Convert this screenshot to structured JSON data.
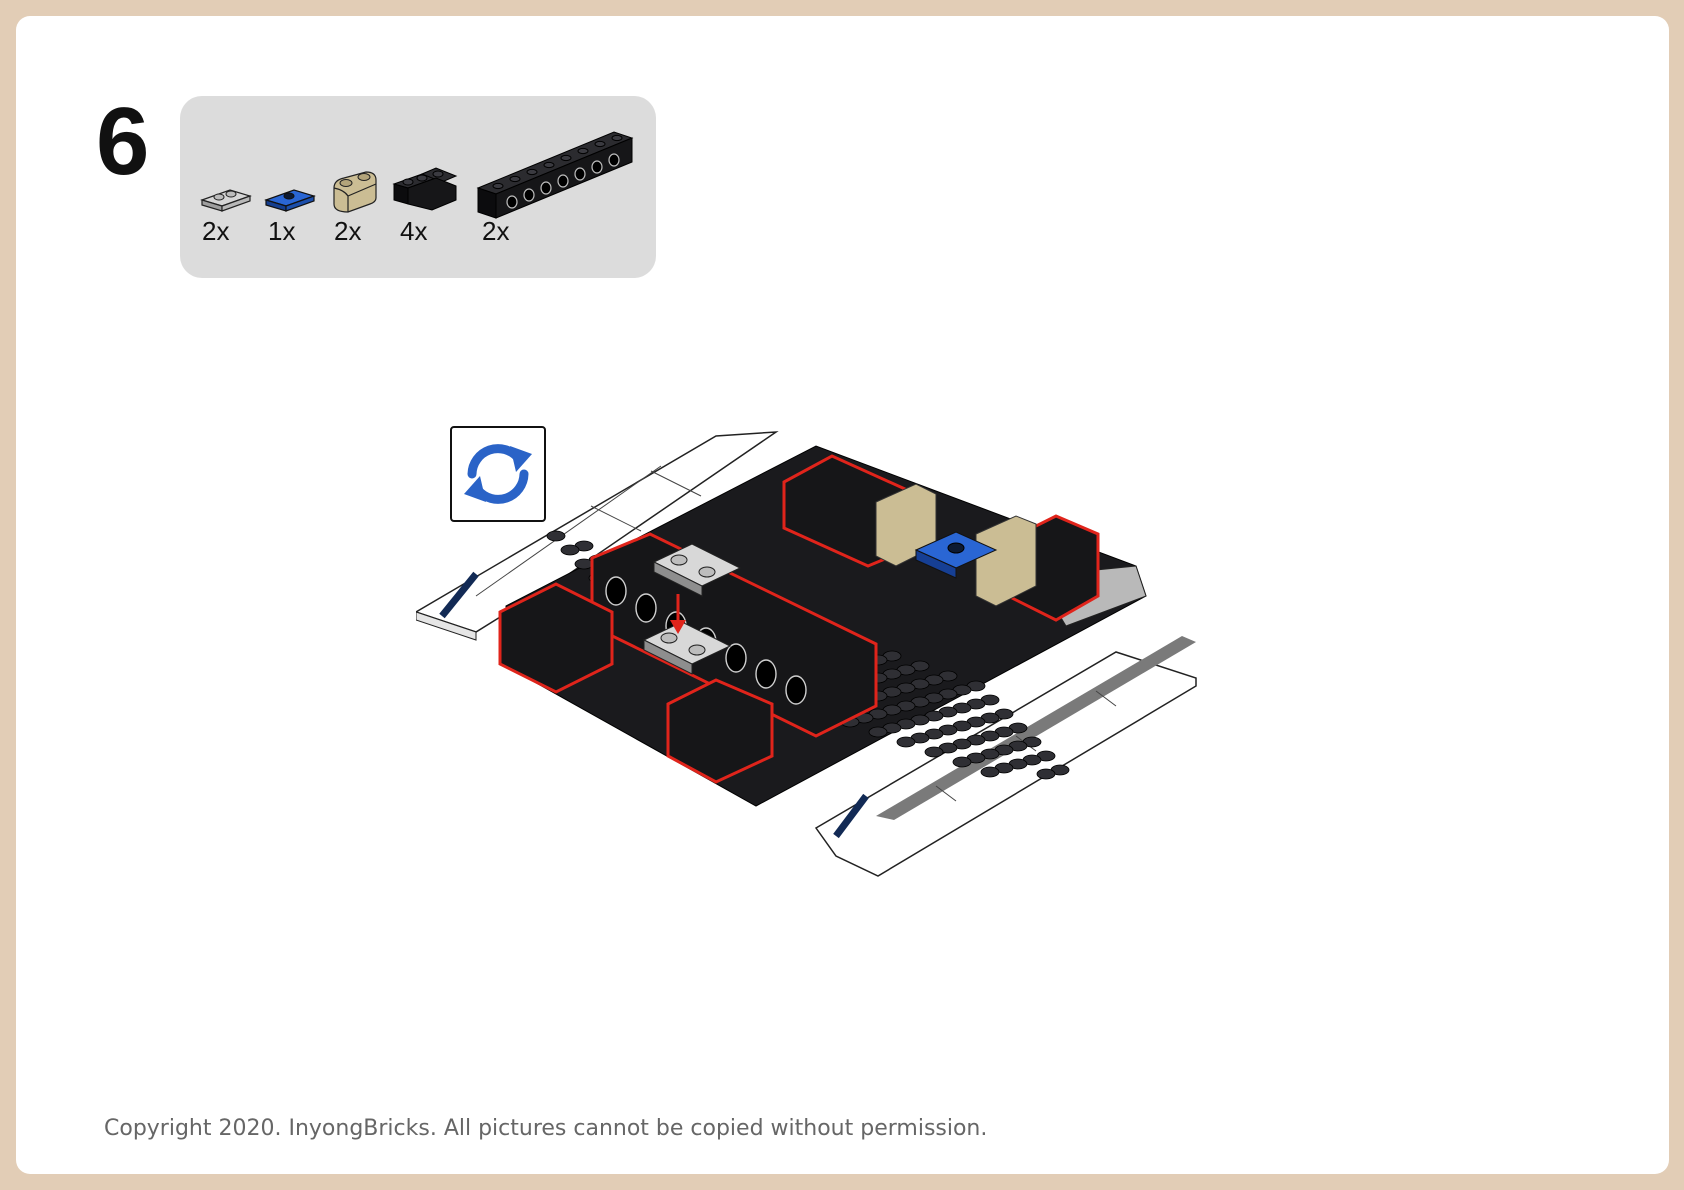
{
  "step": {
    "number": "6"
  },
  "parts_callout": {
    "parts": [
      {
        "icon": "light-gray-plate-1x2-icon",
        "color": "#c8c8c8",
        "qty": "2x"
      },
      {
        "icon": "blue-jumper-plate-1x2-icon",
        "color": "#1f56c4",
        "qty": "1x"
      },
      {
        "icon": "tan-curved-brick-icon",
        "color": "#cbbd94",
        "qty": "2x"
      },
      {
        "icon": "black-corner-brick-icon",
        "color": "#151518",
        "qty": "4x"
      },
      {
        "icon": "black-technic-brick-1x8-icon",
        "color": "#151518",
        "qty": "2x"
      }
    ]
  },
  "rotate_indicator": {
    "icon": "rotate-model-icon",
    "color": "#2a63c7"
  },
  "model": {
    "highlight_color": "#e0241b"
  },
  "footer": {
    "copyright": "Copyright 2020. InyongBricks. All pictures cannot be copied without permission."
  }
}
